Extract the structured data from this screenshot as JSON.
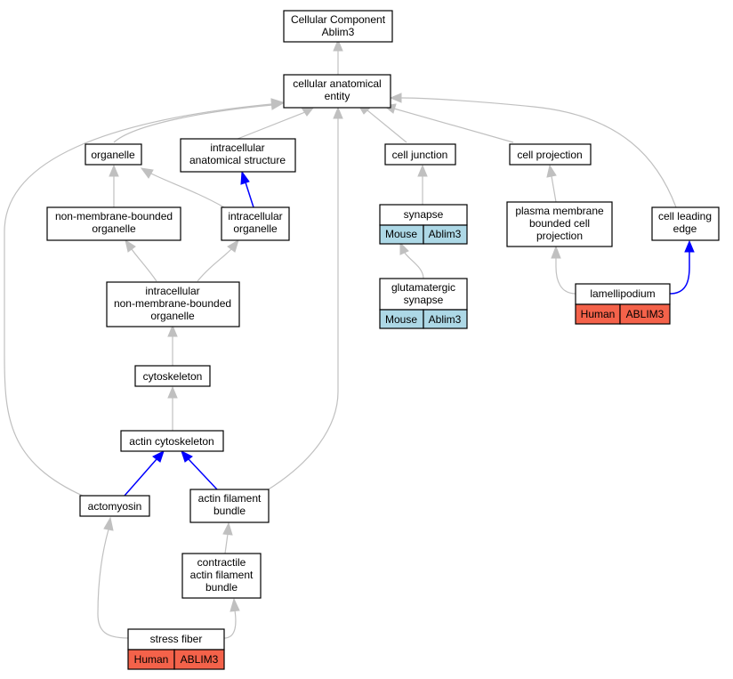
{
  "colors": {
    "edge_gray": "#c0c0c0",
    "edge_blue": "#0000ff",
    "mouse_cell": "#add8e6",
    "human_cell": "#f4624a"
  },
  "nodes": {
    "root": [
      "Cellular Component",
      "Ablim3"
    ],
    "cae": [
      "cellular anatomical",
      "entity"
    ],
    "organelle": [
      "organelle"
    ],
    "ias": [
      "intracellular",
      "anatomical structure"
    ],
    "cell_junction": [
      "cell junction"
    ],
    "cell_projection": [
      "cell projection"
    ],
    "nmbo": [
      "non-membrane-bounded",
      "organelle"
    ],
    "intra_organelle": [
      "intracellular",
      "organelle"
    ],
    "synapse": [
      "synapse"
    ],
    "synapse_species": [
      "Mouse",
      "Ablim3"
    ],
    "pmbcp": [
      "plasma membrane",
      "bounded cell",
      "projection"
    ],
    "cell_leading_edge": [
      "cell leading",
      "edge"
    ],
    "inmbo": [
      "intracellular",
      "non-membrane-bounded",
      "organelle"
    ],
    "glut_synapse": [
      "glutamatergic",
      "synapse"
    ],
    "glut_species": [
      "Mouse",
      "Ablim3"
    ],
    "lamellipodium": [
      "lamellipodium"
    ],
    "lamellipodium_species": [
      "Human",
      "ABLIM3"
    ],
    "cytoskeleton": [
      "cytoskeleton"
    ],
    "actin_cytoskeleton": [
      "actin cytoskeleton"
    ],
    "actomyosin": [
      "actomyosin"
    ],
    "afb": [
      "actin filament",
      "bundle"
    ],
    "cafb": [
      "contractile",
      "actin filament",
      "bundle"
    ],
    "stress_fiber": [
      "stress fiber"
    ],
    "stress_fiber_species": [
      "Human",
      "ABLIM3"
    ]
  }
}
